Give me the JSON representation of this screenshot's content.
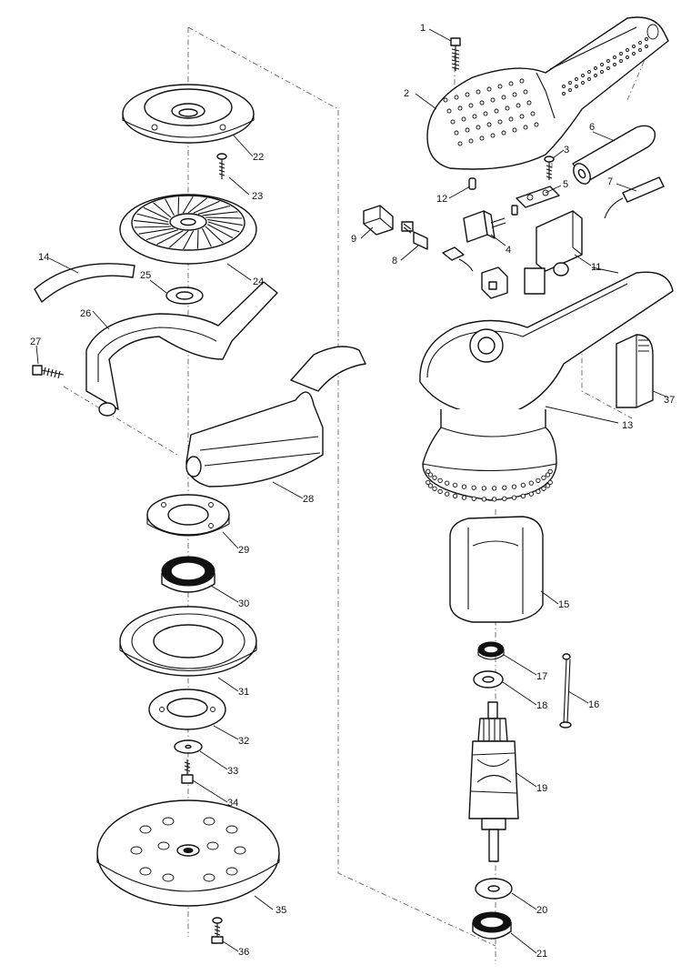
{
  "labels": {
    "p1": "1",
    "p2": "2",
    "p3": "3",
    "p4": "4",
    "p5": "5",
    "p6": "6",
    "p7": "7",
    "p8": "8",
    "p9": "9",
    "p11": "11",
    "p12": "12",
    "p13": "13",
    "p14": "14",
    "p15": "15",
    "p16": "16",
    "p17": "17",
    "p18": "18",
    "p19": "19",
    "p20": "20",
    "p21": "21",
    "p22": "22",
    "p23": "23",
    "p24": "24",
    "p25": "25",
    "p26": "26",
    "p27": "27",
    "p28": "28",
    "p29": "29",
    "p30": "30",
    "p31": "31",
    "p32": "32",
    "p33": "33",
    "p34": "34",
    "p35": "35",
    "p36": "36",
    "p37": "37"
  }
}
